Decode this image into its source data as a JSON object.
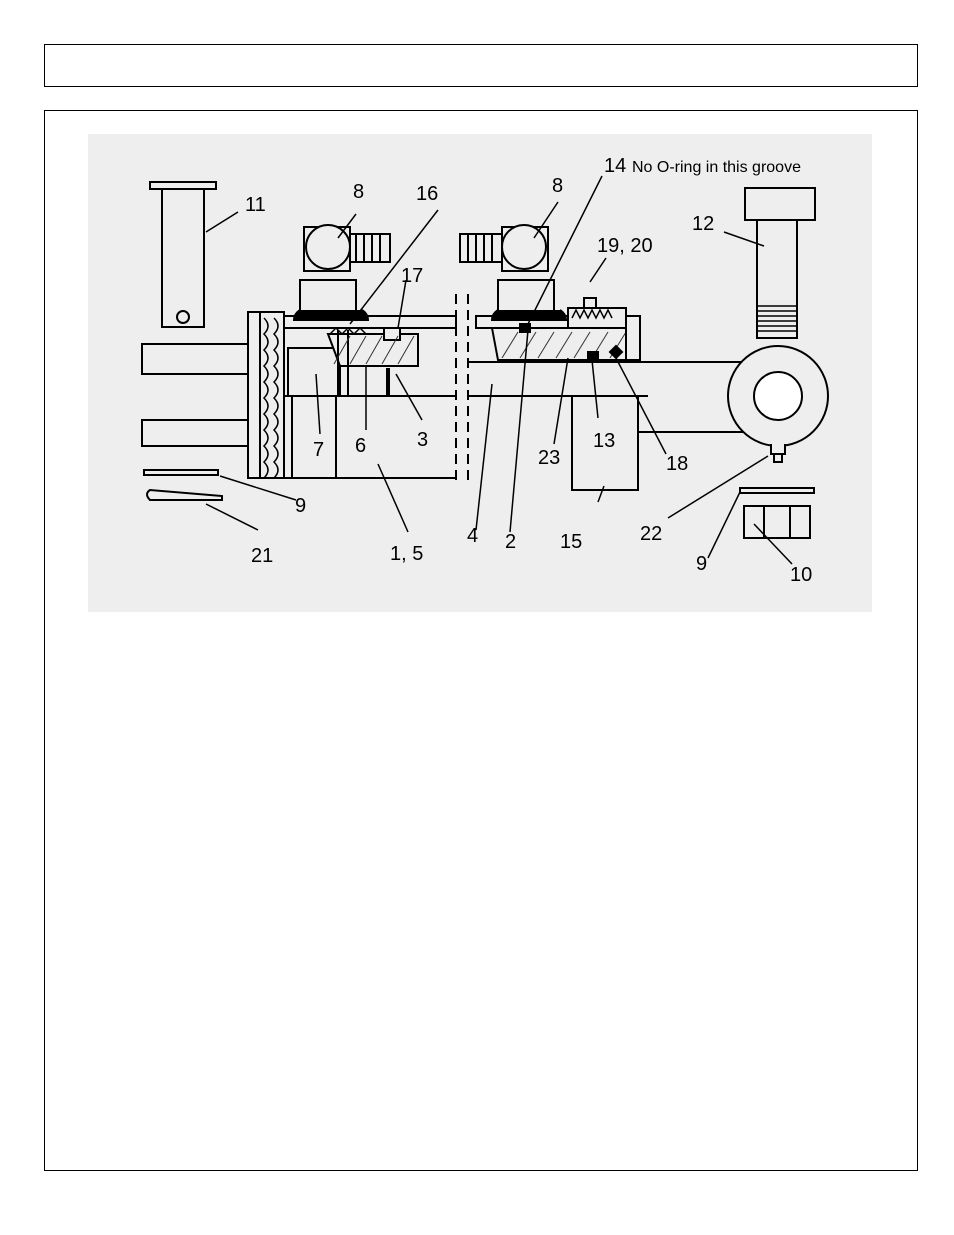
{
  "header": {
    "title": ""
  },
  "diagram": {
    "callouts": {
      "c11": "11",
      "c8a": "8",
      "c16": "16",
      "c17": "17",
      "c8b": "8",
      "c14": "14",
      "c14_note": "No O-ring in this groove",
      "c12": "12",
      "c19_20": "19, 20",
      "c7": "7",
      "c6": "6",
      "c3": "3",
      "c9a": "9",
      "c21": "21",
      "c1_5": "1, 5",
      "c4": "4",
      "c2": "2",
      "c23": "23",
      "c13": "13",
      "c15": "15",
      "c18": "18",
      "c22": "22",
      "c9b": "9",
      "c10": "10"
    }
  }
}
